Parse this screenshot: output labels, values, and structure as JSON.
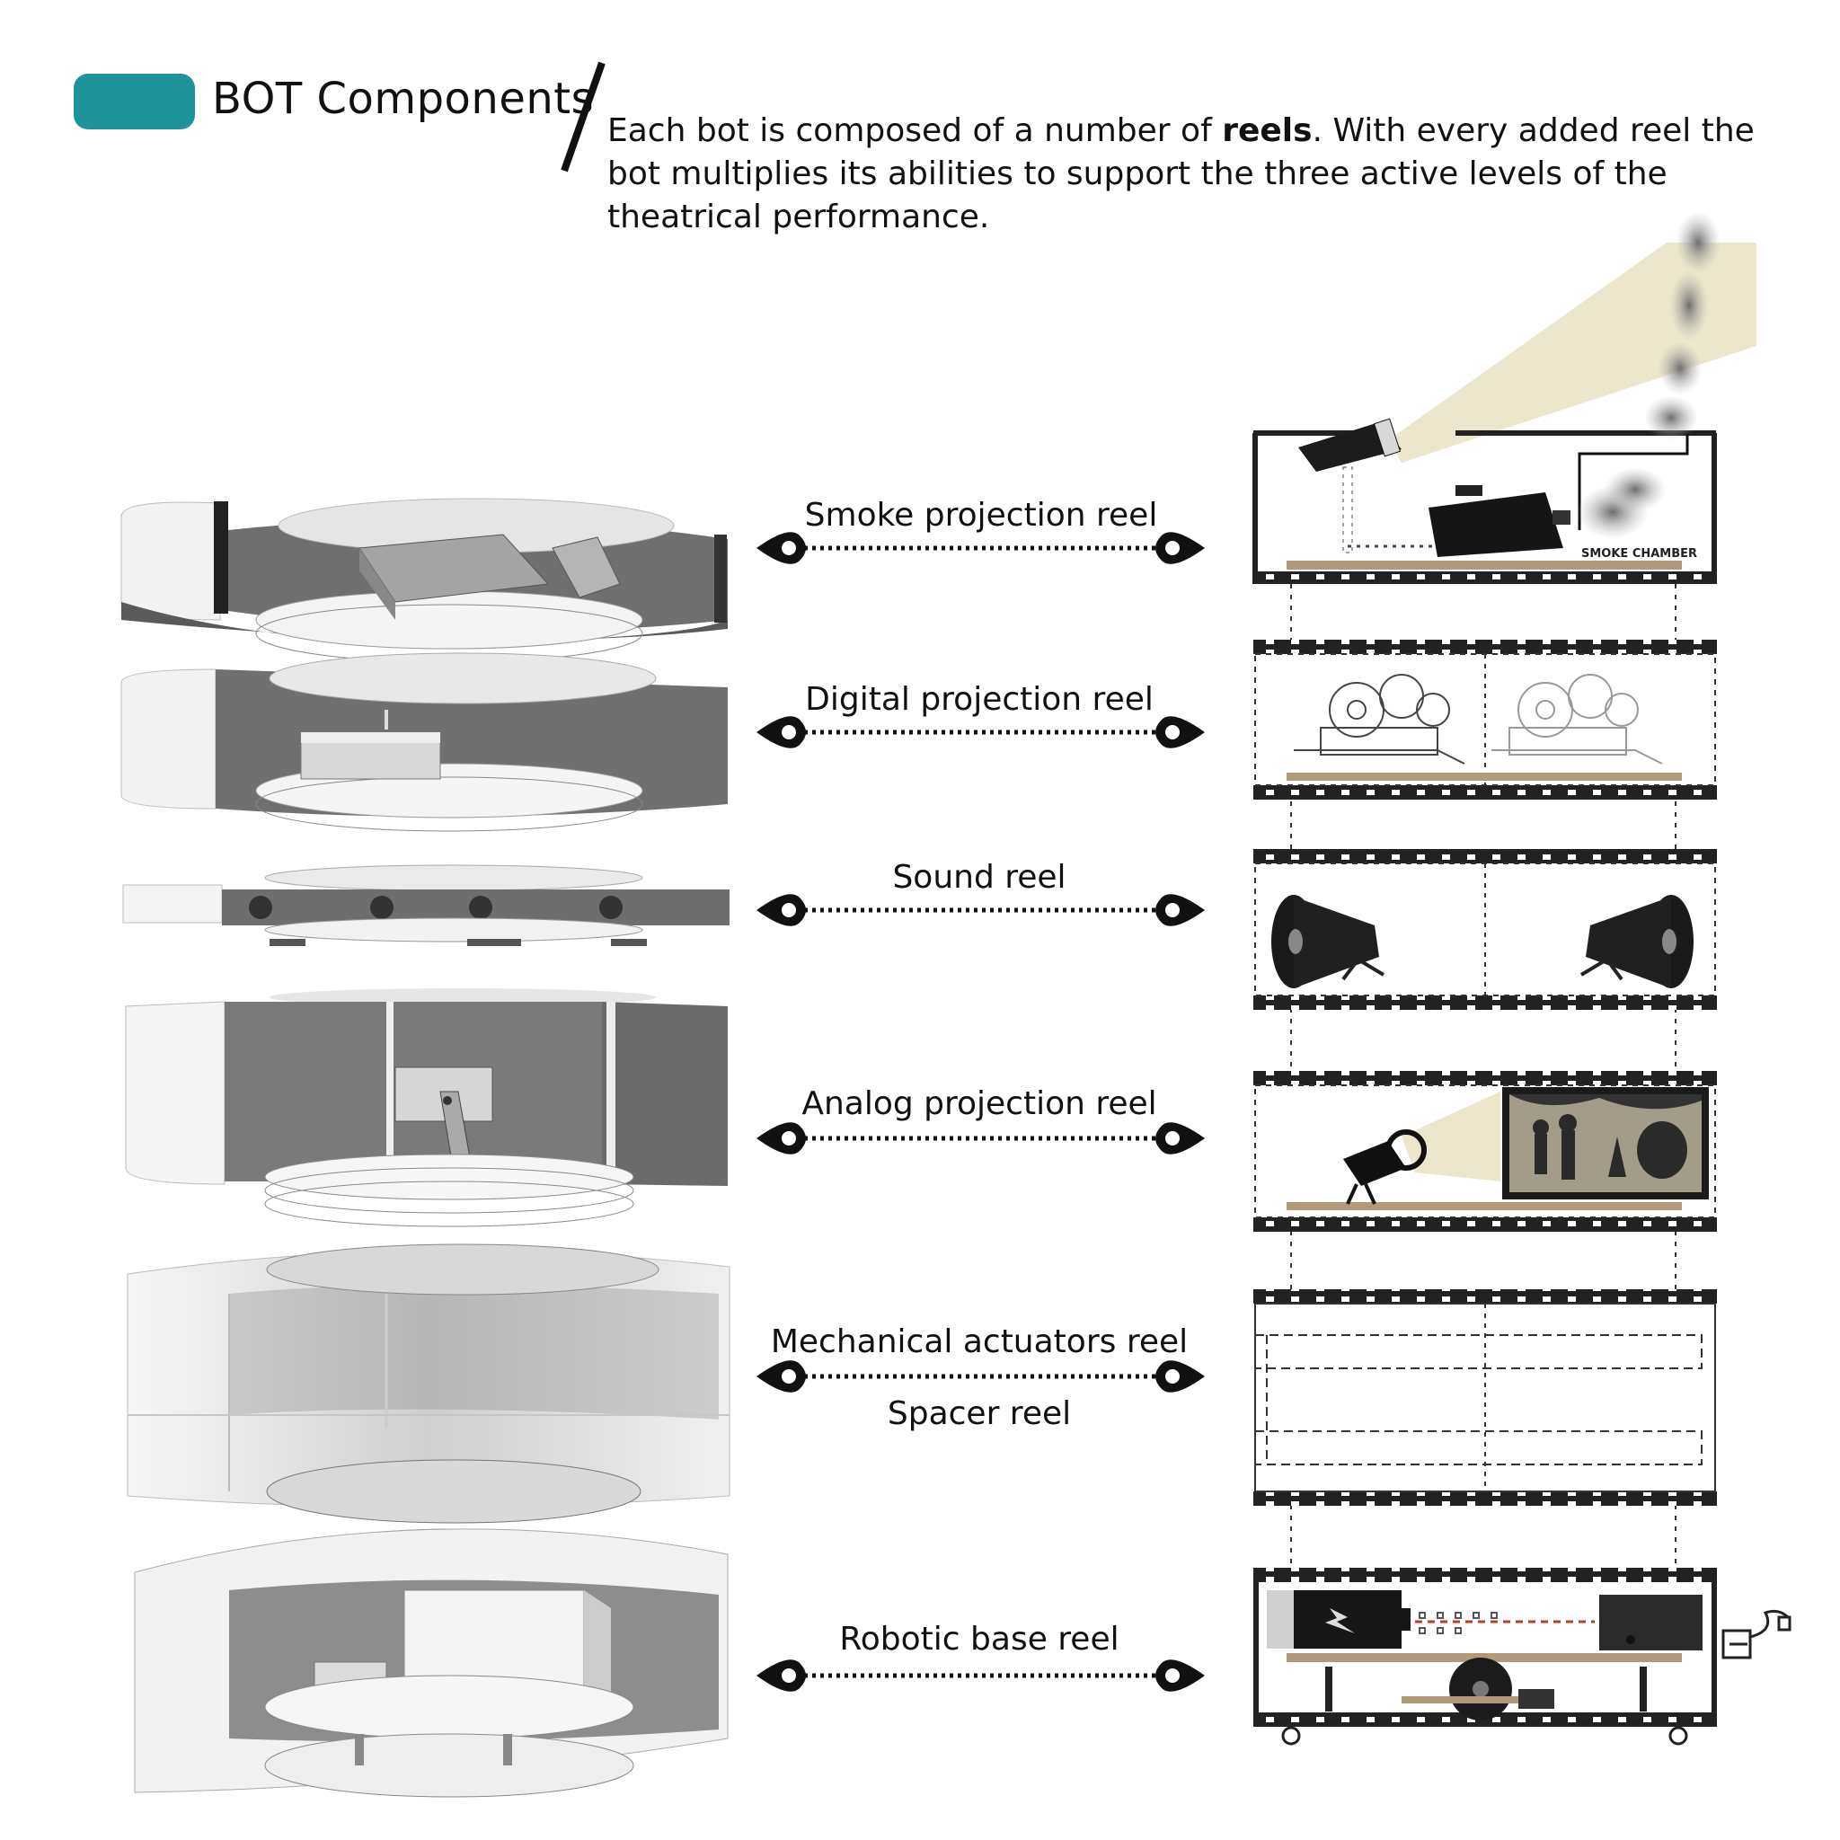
{
  "header": {
    "title": "BOT Components",
    "badge_color": "#1e939b"
  },
  "intro": {
    "part1": "Each bot is composed of a number of ",
    "bold": "reels",
    "part2": ". With every added reel the bot multiplies its abilities to support the three active levels of the theatrical performance."
  },
  "reels": [
    {
      "label": "Smoke projection reel"
    },
    {
      "label": "Digital projection reel"
    },
    {
      "label": "Sound reel"
    },
    {
      "label": "Analog projection reel"
    },
    {
      "label": "Mechanical actuators reel"
    },
    {
      "label": "Spacer reel"
    },
    {
      "label": "Robotic base reel"
    }
  ],
  "annotations": {
    "smoke_chamber": "SMOKE CHAMBER"
  },
  "colors": {
    "beam": "#ece6cc",
    "shell_dark": "#6e6e6e",
    "shell_light": "#f2f2f2"
  }
}
